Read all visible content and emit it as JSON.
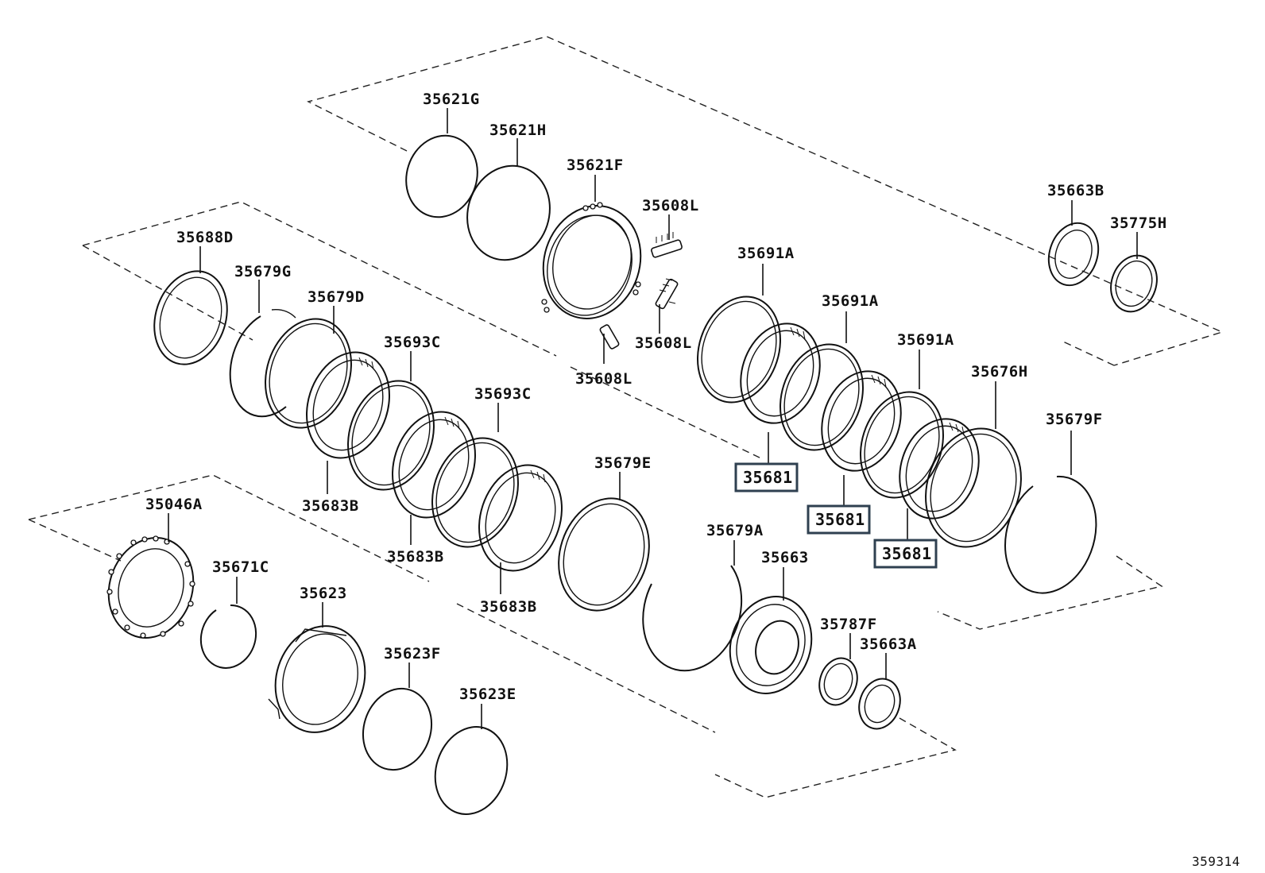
{
  "diagram_id": "359314",
  "callouts": [
    {
      "id": "c01",
      "text": "35621G"
    },
    {
      "id": "c02",
      "text": "35621H"
    },
    {
      "id": "c03",
      "text": "35621F"
    },
    {
      "id": "c04",
      "text": "35608L"
    },
    {
      "id": "c05",
      "text": "35608L"
    },
    {
      "id": "c06",
      "text": "35608L"
    },
    {
      "id": "c07",
      "text": "35688D"
    },
    {
      "id": "c08",
      "text": "35679G"
    },
    {
      "id": "c09",
      "text": "35679D"
    },
    {
      "id": "c10",
      "text": "35693C"
    },
    {
      "id": "c11",
      "text": "35693C"
    },
    {
      "id": "c12",
      "text": "35683B"
    },
    {
      "id": "c13",
      "text": "35683B"
    },
    {
      "id": "c14",
      "text": "35683B"
    },
    {
      "id": "c15",
      "text": "35679E"
    },
    {
      "id": "c16",
      "text": "35679A"
    },
    {
      "id": "c17",
      "text": "35691A"
    },
    {
      "id": "c18",
      "text": "35691A"
    },
    {
      "id": "c19",
      "text": "35691A"
    },
    {
      "id": "c20",
      "text": "35681",
      "highlighted": true
    },
    {
      "id": "c21",
      "text": "35681",
      "highlighted": true
    },
    {
      "id": "c22",
      "text": "35681",
      "highlighted": true
    },
    {
      "id": "c23",
      "text": "35663B"
    },
    {
      "id": "c24",
      "text": "35775H"
    },
    {
      "id": "c25",
      "text": "35676H"
    },
    {
      "id": "c26",
      "text": "35679F"
    },
    {
      "id": "c27",
      "text": "35663"
    },
    {
      "id": "c28",
      "text": "35787F"
    },
    {
      "id": "c29",
      "text": "35663A"
    },
    {
      "id": "c30",
      "text": "35046A"
    },
    {
      "id": "c31",
      "text": "35671C"
    },
    {
      "id": "c32",
      "text": "35623"
    },
    {
      "id": "c33",
      "text": "35623F"
    },
    {
      "id": "c34",
      "text": "35623E"
    }
  ],
  "colors": {
    "highlight_border": "#2f4050",
    "line": "#111111",
    "background": "#ffffff"
  }
}
